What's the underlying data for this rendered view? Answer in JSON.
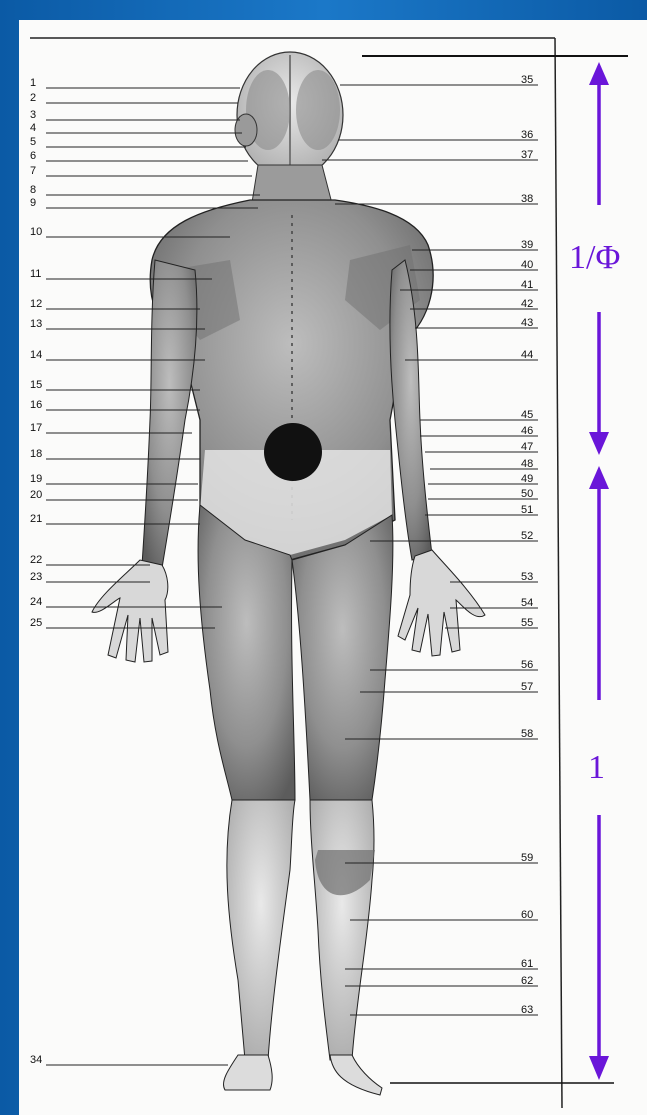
{
  "labels_left": [
    "1",
    "2",
    "3",
    "4",
    "5",
    "6",
    "7",
    "8",
    "9",
    "10",
    "11",
    "12",
    "13",
    "14",
    "15",
    "16",
    "17",
    "18",
    "19",
    "20",
    "21",
    "22",
    "23",
    "24",
    "25",
    "34"
  ],
  "labels_right": [
    "35",
    "36",
    "37",
    "38",
    "39",
    "40",
    "41",
    "42",
    "43",
    "44",
    "45",
    "46",
    "47",
    "48",
    "49",
    "50",
    "51",
    "52",
    "53",
    "54",
    "55",
    "56",
    "57",
    "58",
    "59",
    "60",
    "61",
    "62",
    "63"
  ],
  "ratio_upper": "1/Φ",
  "ratio_lower": "1",
  "colors": {
    "ratio": "#6a16d9",
    "frame": "#0a66b8",
    "paper": "#fbfbfa"
  }
}
